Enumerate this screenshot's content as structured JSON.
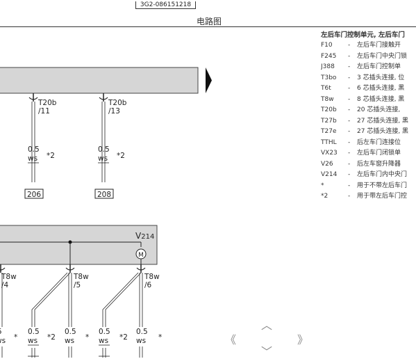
{
  "header": {
    "doc_id": "3G2-086151218",
    "title": "电路图"
  },
  "legend": {
    "title": "左后车门控制单元, 左后车门",
    "items": [
      {
        "code": "F10",
        "desc": "左后车门接触开"
      },
      {
        "code": "F245",
        "desc": "左后车门中央门锁"
      },
      {
        "code": "J388",
        "desc": "左后车门控制单"
      },
      {
        "code": "T3bo",
        "desc": "3 芯插头连接, 位"
      },
      {
        "code": "T6t",
        "desc": "6 芯插头连接, 黑"
      },
      {
        "code": "T8w",
        "desc": "8 芯插头连接, 黑"
      },
      {
        "code": "T20b",
        "desc": "20 芯插头连接,"
      },
      {
        "code": "T27b",
        "desc": "27 芯插头连接, 黑"
      },
      {
        "code": "T27e",
        "desc": "27 芯插头连接, 黑"
      },
      {
        "code": "TTHL",
        "desc": "后左车门连接位"
      },
      {
        "code": "VX23",
        "desc": "左后车门闭锁单"
      },
      {
        "code": "V26",
        "desc": "后左车窗升降器"
      },
      {
        "code": "V214",
        "desc": "左后车门内中央门"
      },
      {
        "code": "*",
        "desc": "用于不带左后车门"
      },
      {
        "code": "*2",
        "desc": "用于带左后车门控"
      }
    ]
  },
  "schematic": {
    "top_connectors": [
      {
        "name": "T20b",
        "pin": "/11",
        "wire_size": "0.5",
        "wire_color": "ws",
        "note": "*2",
        "ref": "206"
      },
      {
        "name": "T20b",
        "pin": "/13",
        "wire_size": "0.5",
        "wire_color": "ws",
        "note": "*2",
        "ref": "208"
      }
    ],
    "motor": {
      "label_letter": "V",
      "label_sub": "214",
      "symbol": "M"
    },
    "bottom_connectors": [
      {
        "name": "T8w",
        "pin": "/4"
      },
      {
        "name": "T8w",
        "pin": "/5"
      },
      {
        "name": "T8w",
        "pin": "/6"
      }
    ],
    "bottom_wires": [
      {
        "size": "5",
        "color": "ws",
        "note": "*"
      },
      {
        "size": "0.5",
        "color": "ws",
        "note": "*2"
      },
      {
        "size": "0.5",
        "color": "ws",
        "note": "*"
      },
      {
        "size": "0.5",
        "color": "ws",
        "note": "*2"
      },
      {
        "size": "0.5",
        "color": "ws",
        "note": "*"
      }
    ]
  },
  "nav": {
    "up": "︿",
    "down": "﹀",
    "left": "《",
    "right": "》"
  }
}
